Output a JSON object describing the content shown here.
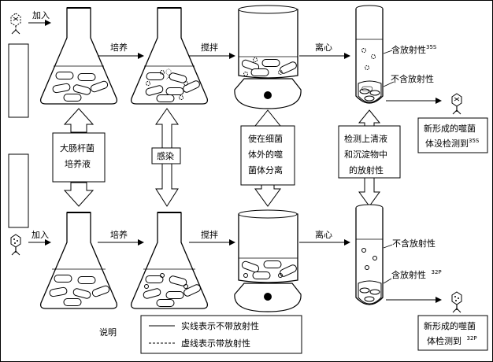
{
  "top_row": {
    "add_label": "加入",
    "culture_label": "培养",
    "stir_label": "搅拌",
    "centrifuge_label": "离心",
    "supernatant_label": "含放射性",
    "supernatant_isotope": "35S",
    "pellet_label": "不含放射性",
    "result_line1": "新形成的噬菌",
    "result_line2": "体没检测到",
    "result_isotope": "35S"
  },
  "bottom_row": {
    "add_label": "加入",
    "culture_label": "培养",
    "stir_label": "搅拌",
    "centrifuge_label": "离心",
    "supernatant_label": "不含放射性",
    "pellet_label": "含放射性",
    "pellet_isotope": "32P",
    "result_line1": "新形成的噬菌",
    "result_line2": "体检测到",
    "result_isotope": "32P"
  },
  "middle_boxes": {
    "ecoli_line1": "大肠杆菌",
    "ecoli_line2": "培养液",
    "infect": "感染",
    "separate_line1": "使在细菌",
    "separate_line2": "体外的噬",
    "separate_line3": "菌体分离",
    "detect_line1": "检测上清液",
    "detect_line2": "和沉淀物中",
    "detect_line3": "的放射性"
  },
  "legend": {
    "title": "说明",
    "solid_label": "实线表示不带放射性",
    "dashed_label": "虚线表示带放射性"
  }
}
